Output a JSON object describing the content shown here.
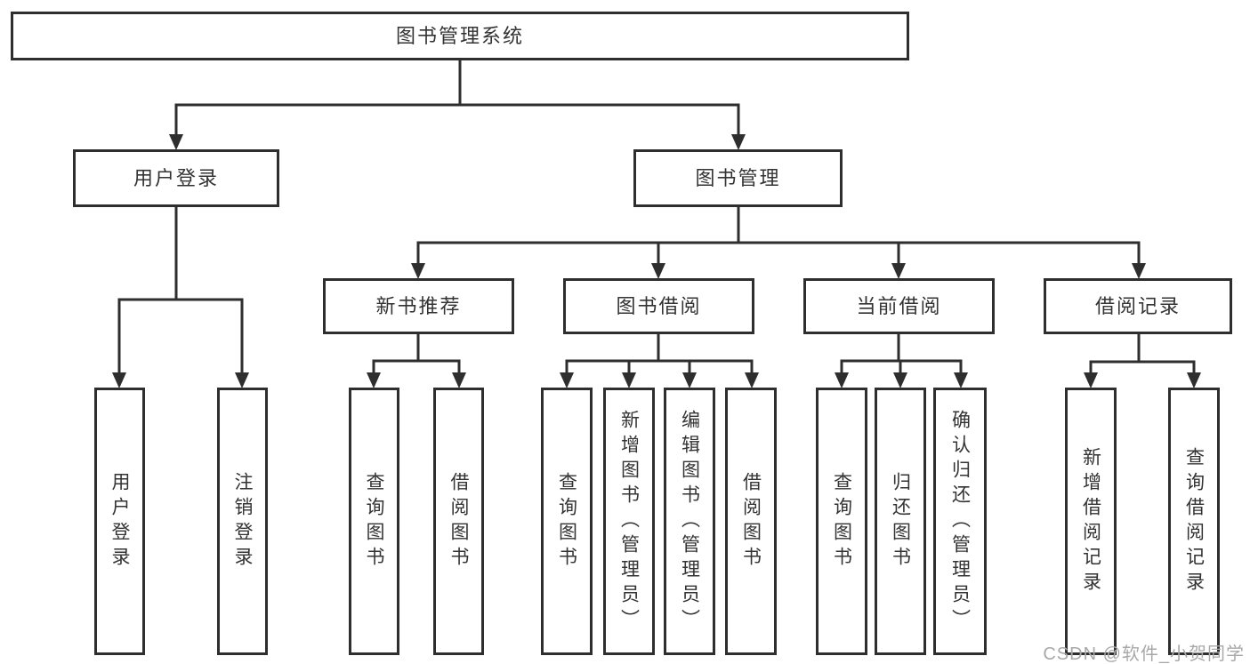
{
  "diagram": {
    "title": "图书管理系统",
    "level2": [
      {
        "id": "user-login",
        "label": "用户登录"
      },
      {
        "id": "book-management",
        "label": "图书管理"
      }
    ],
    "level3": [
      {
        "id": "new-book-recommendation",
        "label": "新书推荐",
        "parent": "图书管理"
      },
      {
        "id": "book-borrowing",
        "label": "图书借阅",
        "parent": "图书管理"
      },
      {
        "id": "current-borrowing",
        "label": "当前借阅",
        "parent": "图书管理"
      },
      {
        "id": "borrowing-records",
        "label": "借阅记录",
        "parent": "图书管理"
      }
    ],
    "leaves": [
      {
        "label": "用户登录",
        "parent": "用户登录"
      },
      {
        "label": "注销登录",
        "parent": "用户登录"
      },
      {
        "label": "查询图书",
        "parent": "新书推荐"
      },
      {
        "label": "借阅图书",
        "parent": "新书推荐"
      },
      {
        "label": "查询图书",
        "parent": "图书借阅"
      },
      {
        "label": "新增图书（管理员）",
        "parent": "图书借阅"
      },
      {
        "label": "编辑图书（管理员）",
        "parent": "图书借阅"
      },
      {
        "label": "借阅图书",
        "parent": "图书借阅"
      },
      {
        "label": "查询图书",
        "parent": "当前借阅"
      },
      {
        "label": "归还图书",
        "parent": "当前借阅"
      },
      {
        "label": "确认归还（管理员）",
        "parent": "当前借阅"
      },
      {
        "label": "新增借阅记录",
        "parent": "借阅记录"
      },
      {
        "label": "查询借阅记录",
        "parent": "借阅记录"
      }
    ]
  },
  "watermark": {
    "text": "CSDN @软件_小贺同学"
  },
  "colors": {
    "line": "#2e2e2e",
    "text": "#333333",
    "watermark": "#a8a8a8",
    "background": "#ffffff"
  }
}
